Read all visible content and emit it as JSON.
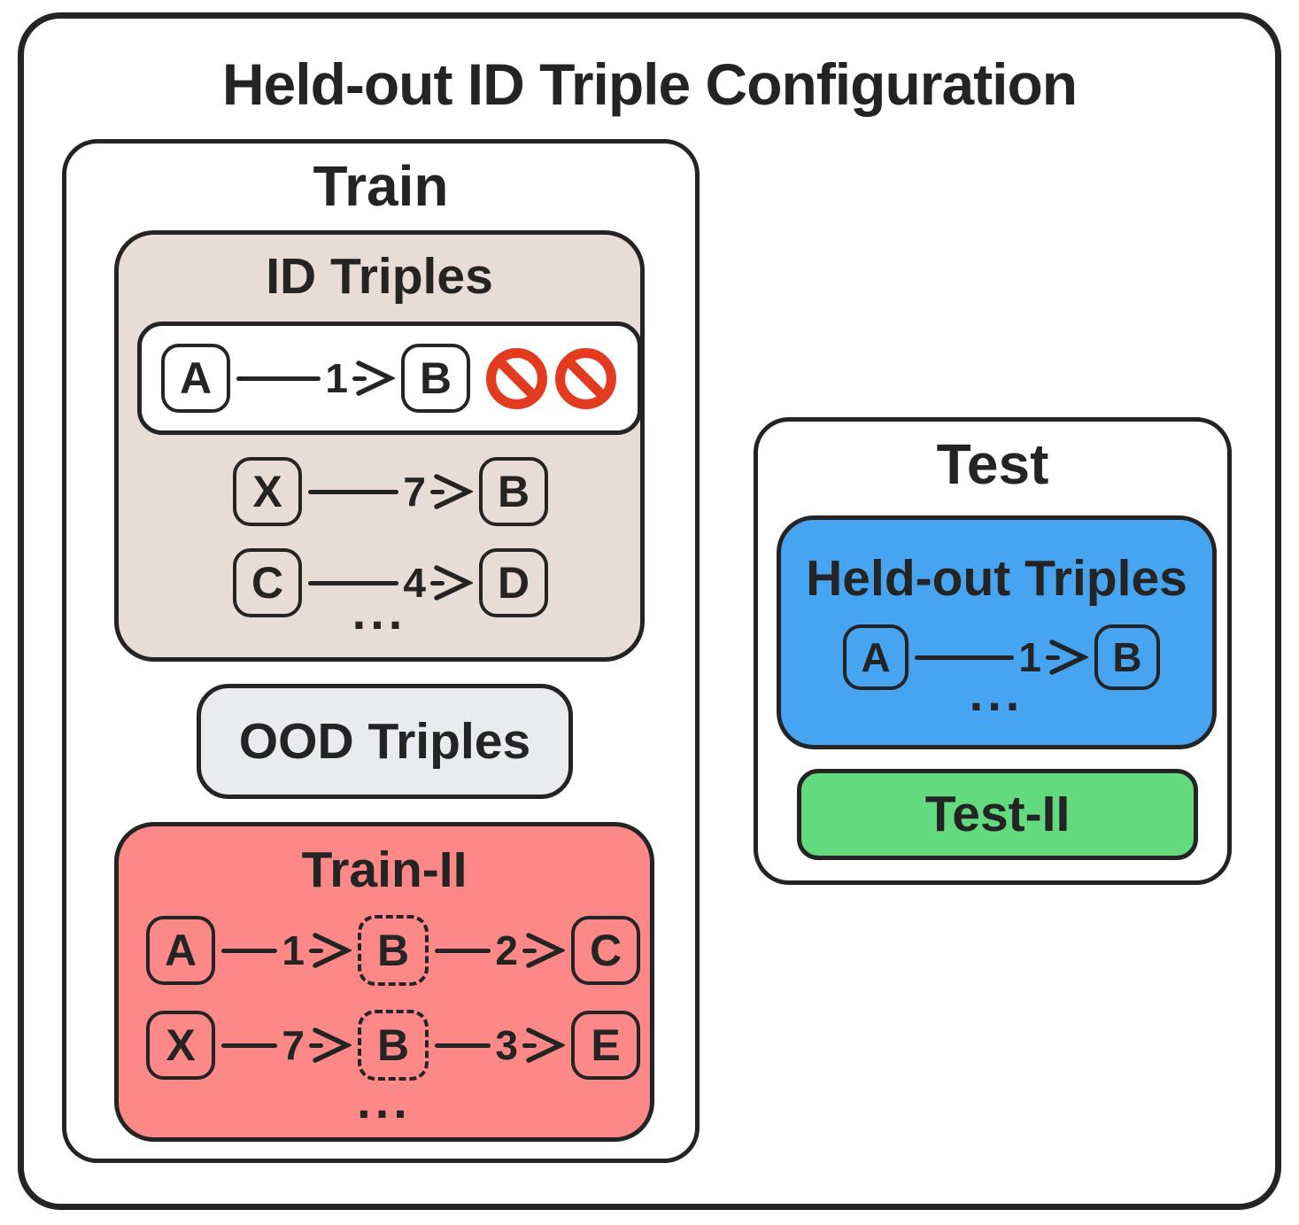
{
  "title": "Held-out ID Triple Configuration",
  "ellipsis": "...",
  "icons": {
    "no_entry": "no-entry prohibition sign (red circle with slash)",
    "arrowhead": "right-pointing open chevron arrowhead"
  },
  "colors": {
    "ink": "#242424",
    "beige": "#e8dcd7",
    "salmon": "#fc8888",
    "blue": "#47a4f0",
    "green": "#63da7e",
    "gray": "#e9ebee",
    "sign": "#e23b1f"
  },
  "train": {
    "label": "Train",
    "id_triples": {
      "label": "ID Triples",
      "held_out_row": {
        "source": "A",
        "relation": "1",
        "target": "B"
      },
      "rows": [
        {
          "source": "X",
          "relation": "7",
          "target": "B"
        },
        {
          "source": "C",
          "relation": "4",
          "target": "D"
        }
      ]
    },
    "ood_triples": {
      "label": "OOD Triples"
    },
    "train_ii": {
      "label": "Train-II",
      "rows": [
        {
          "source": "A",
          "relation1": "1",
          "middle": "B",
          "relation2": "2",
          "target": "C"
        },
        {
          "source": "X",
          "relation1": "7",
          "middle": "B",
          "relation2": "3",
          "target": "E"
        }
      ]
    }
  },
  "test": {
    "label": "Test",
    "held_out_triples": {
      "label": "Held-out Triples",
      "row": {
        "source": "A",
        "relation": "1",
        "target": "B"
      }
    },
    "test_ii": {
      "label": "Test-II"
    }
  }
}
